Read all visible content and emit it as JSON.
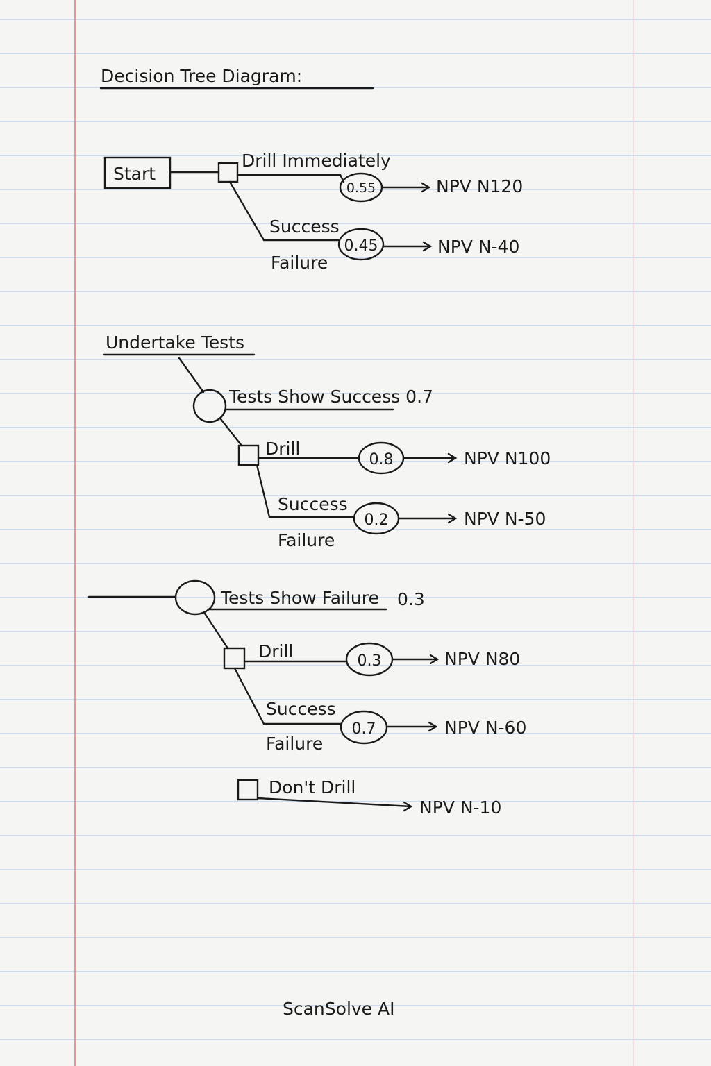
{
  "title": "Decision Tree Diagram:",
  "branch1": {
    "start": "Start",
    "decision": "Drill Immediately",
    "success_label": "Success",
    "failure_label": "Failure",
    "p_success": "0.55",
    "p_failure": "0.45",
    "npv_success": "NPV  N120",
    "npv_failure": "NPV  N-40"
  },
  "branch2": {
    "heading": "Undertake Tests",
    "tests_success": {
      "label": "Tests Show Success 0.7",
      "drill": "Drill",
      "success_label": "Success",
      "failure_label": "Failure",
      "p_success": "0.8",
      "p_failure": "0.2",
      "npv_success": "NPV  N100",
      "npv_failure": "NPV  N-50"
    },
    "tests_failure": {
      "label": "Tests Show Failure",
      "prob": "0.3",
      "drill": "Drill",
      "success_label": "Success",
      "failure_label": "Failure",
      "p_success": "0.3",
      "p_failure": "0.7",
      "npv_success": "NPV  N80",
      "npv_failure": "NPV  N-60",
      "dont_drill": "Don't Drill",
      "npv_dont_drill": "NPV  N-10"
    }
  },
  "footer": "ScanSolve AI",
  "colors": {
    "paper": "#f5f5f3",
    "rule": "#b9cbe6",
    "margin": "#e07a7a",
    "ink": "#1a1a1a"
  }
}
